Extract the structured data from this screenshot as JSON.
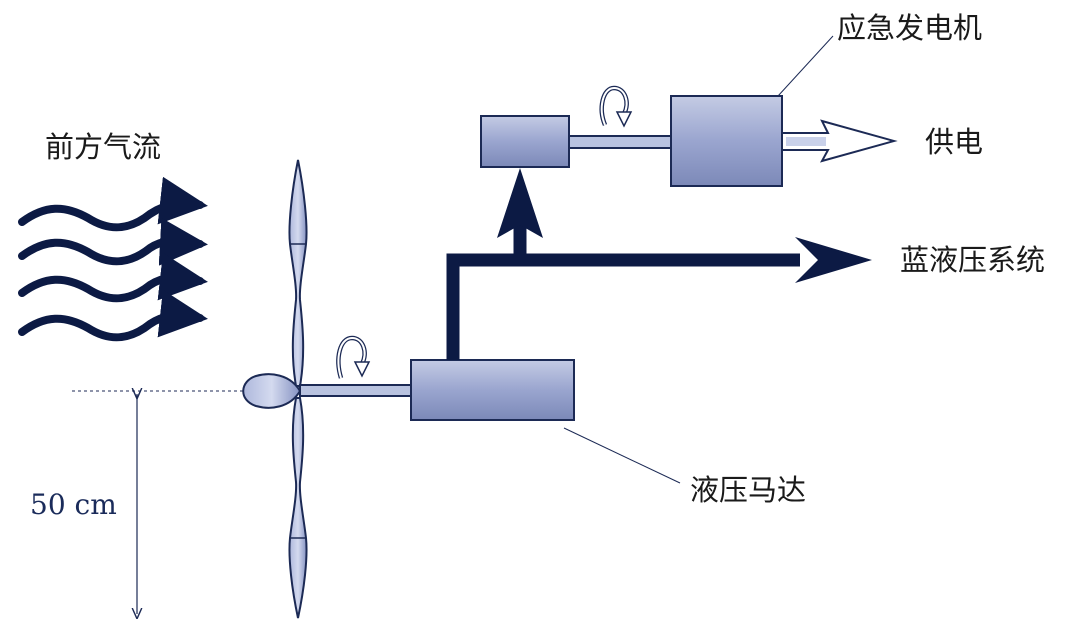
{
  "labels": {
    "airflow": "前方气流",
    "generator": "应急发电机",
    "power": "供电",
    "blue_system": "蓝液压系统",
    "motor": "液压马达",
    "height": "50 cm"
  },
  "colors": {
    "component_fill": "#8e9bc6",
    "line": "#0c1a44",
    "background": "#ffffff"
  }
}
